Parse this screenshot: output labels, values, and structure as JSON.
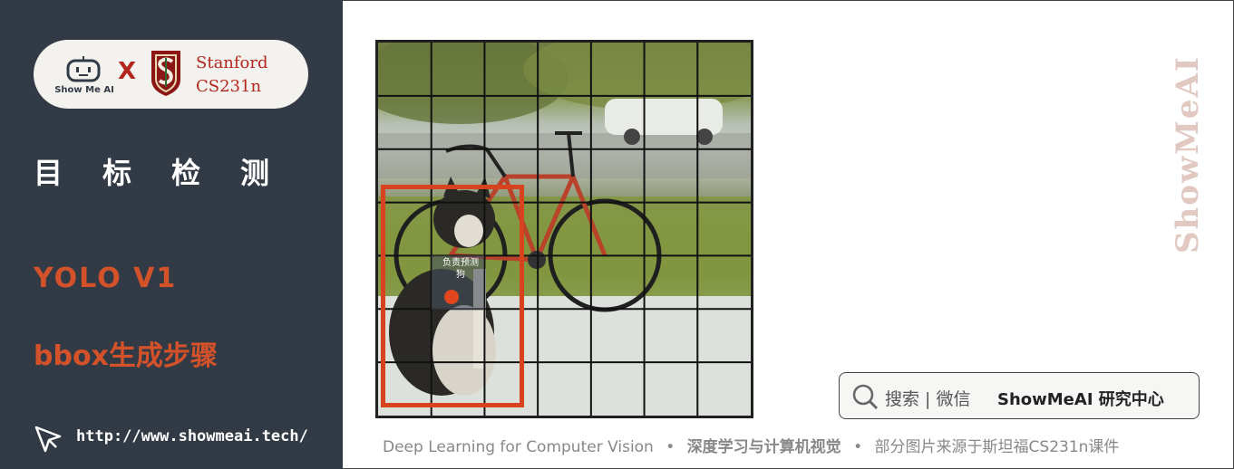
{
  "brand": {
    "showmeai_label": "Show Me AI",
    "x_symbol": "X",
    "partner_line1": "Stanford",
    "partner_line2": "CS231n"
  },
  "sidebar": {
    "topic_title": "目标检测",
    "section_title": "YOLO V1",
    "section_subtitle": "bbox生成步骤",
    "url": "http://www.showmeai.tech/"
  },
  "figure": {
    "grid_rows": 7,
    "grid_cols": 7,
    "cell_label_line1": "负责预测",
    "cell_label_line2": "狗"
  },
  "watermark": "ShowMeAI",
  "search": {
    "label": "搜索 | 微信",
    "brand": "ShowMeAI 研究中心"
  },
  "footer": {
    "part1": "Deep Learning for Computer Vision",
    "bullet": "•",
    "part2": "深度学习与计算机视觉",
    "part3": "部分图片来源于斯坦福CS231n课件"
  },
  "colors": {
    "sidebar_bg": "#323a45",
    "accent_red": "#d4522a",
    "bbox_red": "#d8431f",
    "stanford_red": "#b3261e"
  }
}
